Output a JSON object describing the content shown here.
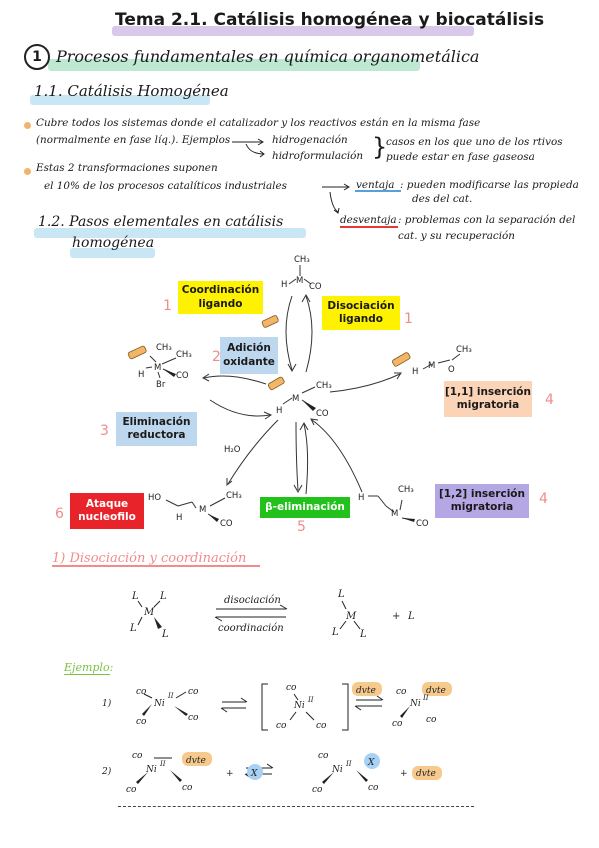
{
  "title": "Tema 2.1. Catálisis homogénea y biocatálisis",
  "section1": {
    "number": "1",
    "title": "Procesos fundamentales en química organometálica"
  },
  "sub11": {
    "title": "1.1. Catálisis Homogénea"
  },
  "bullet1": {
    "line1": "Cubre todos los sistemas donde el catalizador y los reactivos están en la misma fase",
    "line2": "(normalmente en fase líq.). Ejemplos",
    "ex1": "hidrogenación",
    "ex2": "hidroformulación",
    "note1": "casos en los que uno de los rtivos",
    "note2": "puede estar en fase gaseosa"
  },
  "bullet2": {
    "line1": "Estas 2 transformaciones suponen",
    "line2": "el 10% de los procesos catalíticos industriales",
    "ventaja_label": "ventaja",
    "ventaja_text": ": pueden modificarse las propiedades del cat.",
    "ventaja_text_a": ": pueden modificarse las propieda",
    "ventaja_text_b": "des del cat.",
    "desventaja_label": "desventaja",
    "desventaja_text_a": ": problemas con la separación del",
    "desventaja_text_b": "cat. y su recuperación"
  },
  "sub12": {
    "line1": "1.2. Pasos elementales en catálisis",
    "line2": "homogénea"
  },
  "diagram": {
    "boxes": {
      "coordinacion": "Coordinación ligando",
      "disociacion": "Disociación ligando",
      "adicion": "Adición oxidante",
      "eliminacion": "Eliminación reductora",
      "insercion11": "[1,1] inserción migratoria",
      "insercion12": "[1,2] inserción migratoria",
      "ataque": "Ataque nucleofilo",
      "beta": "β-eliminación"
    },
    "numbers": {
      "coordinacion": "1",
      "disociacion": "1",
      "adicion": "2",
      "eliminacion": "3",
      "insercion11": "4",
      "insercion12": "4",
      "ataque": "6",
      "beta": "5"
    },
    "water": "H₂O",
    "labels": {
      "ch3": "CH₃",
      "h": "H",
      "m": "M",
      "co": "CO",
      "br": "Br",
      "ho": "HO",
      "o": "O"
    }
  },
  "part1": {
    "title": "1) Disociación y coordinación",
    "arrow_top": "disociación",
    "arrow_bottom": "coordinación",
    "plus": "+",
    "l": "L",
    "m": "M"
  },
  "ejemplo": {
    "label": "Ejemplo:",
    "r1_num": "1)",
    "r2_num": "2)",
    "dvte": "dvte",
    "ni": "Ni",
    "ox": "II",
    "co": "co",
    "plus": "+",
    "x": "X"
  },
  "colors": {
    "title_hl": "#d8c8ea",
    "sec_hl": "#bfe8d2",
    "sub_hl": "#c9e6f4",
    "numbers": "#f28b8b",
    "ventaja": "#5aa0d8",
    "desventaja": "#e53935"
  }
}
